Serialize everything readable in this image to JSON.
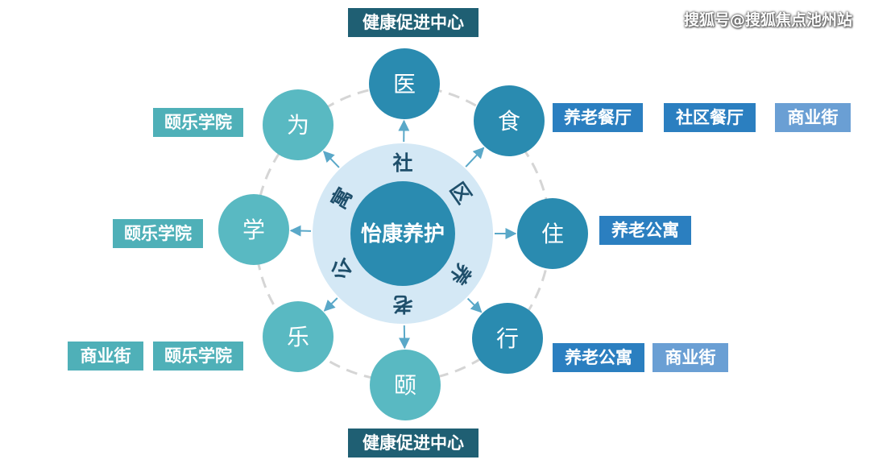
{
  "watermark": "搜狐号@搜狐焦点池州站",
  "center": {
    "label": "怡康养护"
  },
  "ring_chars": [
    "社",
    "区",
    "养",
    "老",
    "公",
    "寓"
  ],
  "nodes": [
    {
      "id": "yi",
      "label": "医",
      "color": "#2a8bb0"
    },
    {
      "id": "shi",
      "label": "食",
      "color": "#2a8bb0"
    },
    {
      "id": "zhu",
      "label": "住",
      "color": "#2a8bb0"
    },
    {
      "id": "xing",
      "label": "行",
      "color": "#2a8bb0"
    },
    {
      "id": "yi2",
      "label": "颐",
      "color": "#59b9c2"
    },
    {
      "id": "le",
      "label": "乐",
      "color": "#59b9c2"
    },
    {
      "id": "xue",
      "label": "学",
      "color": "#59b9c2"
    },
    {
      "id": "wei",
      "label": "为",
      "color": "#59b9c2"
    }
  ],
  "tags": {
    "top_center": "健康促进中心",
    "bottom_center": "健康促进中心",
    "wei_tag": "颐乐学院",
    "xue_tag": "颐乐学院",
    "le_tag_1": "商业街",
    "le_tag_2": "颐乐学院",
    "shi_tag_1": "养老餐厅",
    "shi_tag_2": "社区餐厅",
    "shi_tag_3": "商业街",
    "zhu_tag": "养老公寓",
    "xing_tag_1": "养老公寓",
    "xing_tag_2": "商业街"
  }
}
